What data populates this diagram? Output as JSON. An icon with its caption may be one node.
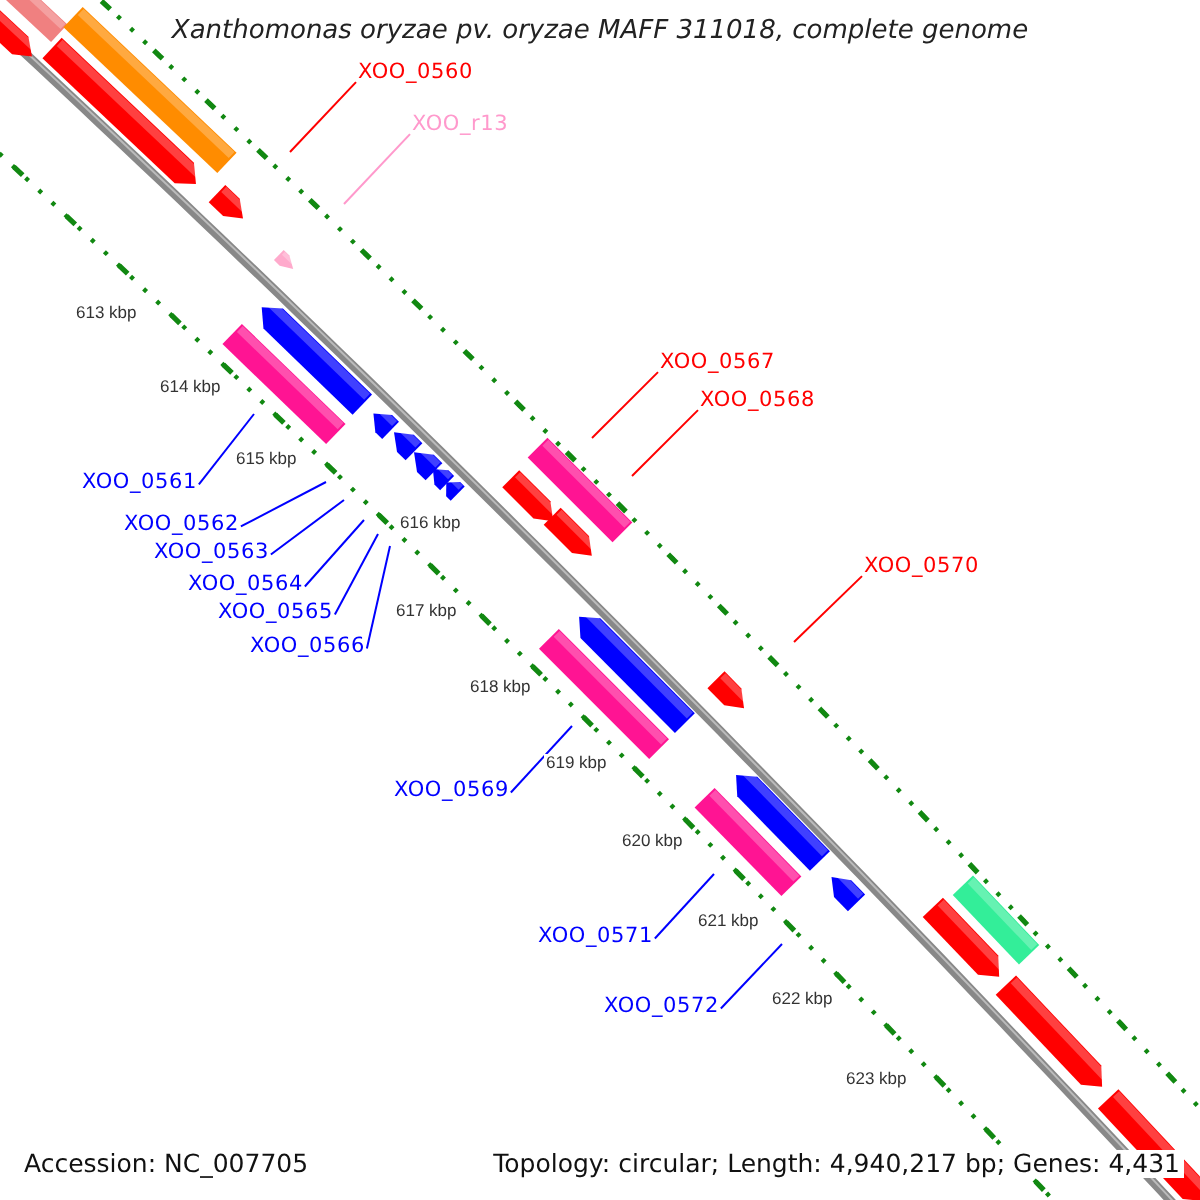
{
  "diagram": {
    "title": "Xanthomonas oryzae pv. oryzae MAFF 311018, complete genome",
    "nodes": [
      {
        "text": [
          "XOO_0560"
        ]
      },
      {
        "text": [
          "XOO_r13"
        ]
      },
      {
        "text": [
          "XOO_0567"
        ]
      },
      {
        "text": [
          "XOO_0568"
        ]
      },
      {
        "text": [
          "XOO_0561"
        ]
      },
      {
        "text": [
          "XOO_0562"
        ]
      },
      {
        "text": [
          "XOO_0563"
        ]
      },
      {
        "text": [
          "XOO_0564"
        ]
      },
      {
        "text": [
          "XOO_0565"
        ]
      },
      {
        "text": [
          "XOO_0566"
        ]
      },
      {
        "text": [
          "XOO_0570"
        ]
      },
      {
        "text": [
          "XOO_0569"
        ]
      },
      {
        "text": [
          "XOO_0571"
        ]
      },
      {
        "text": [
          "XOO_0572"
        ]
      }
    ],
    "edges": [
      {
        "from": 0,
        "to": null,
        "arrow": "none",
        "color": "#ff0000"
      },
      {
        "from": 1,
        "to": null,
        "arrow": "none",
        "color": "#ff99cc"
      },
      {
        "from": 2,
        "to": null,
        "arrow": "none",
        "color": "#ff0000"
      },
      {
        "from": 3,
        "to": null,
        "arrow": "none",
        "color": "#ff0000"
      },
      {
        "from": 4,
        "to": null,
        "arrow": "none"
      },
      {
        "from": 5,
        "to": null,
        "arrow": "none"
      },
      {
        "from": 6,
        "to": null,
        "arrow": "none"
      },
      {
        "from": 7,
        "to": null,
        "arrow": "none"
      },
      {
        "from": 8,
        "to": null,
        "arrow": "none"
      },
      {
        "from": 9,
        "to": null,
        "arrow": "none"
      },
      {
        "from": 10,
        "to": null,
        "arrow": "none",
        "color": "#ff0000"
      },
      {
        "from": 11,
        "to": null,
        "arrow": "none"
      },
      {
        "from": 12,
        "to": null,
        "arrow": "none"
      },
      {
        "from": 13,
        "to": null,
        "arrow": "none"
      }
    ],
    "labels": [
      "613 kbp",
      "614 kbp",
      "615 kbp",
      "616 kbp",
      "617 kbp",
      "618 kbp",
      "619 kbp",
      "620 kbp",
      "621 kbp",
      "622 kbp",
      "623 kbp",
      "Accession: NC_007705",
      "Topology: circular; Length: 4,940,217 bp; Genes: 4,431"
    ]
  }
}
